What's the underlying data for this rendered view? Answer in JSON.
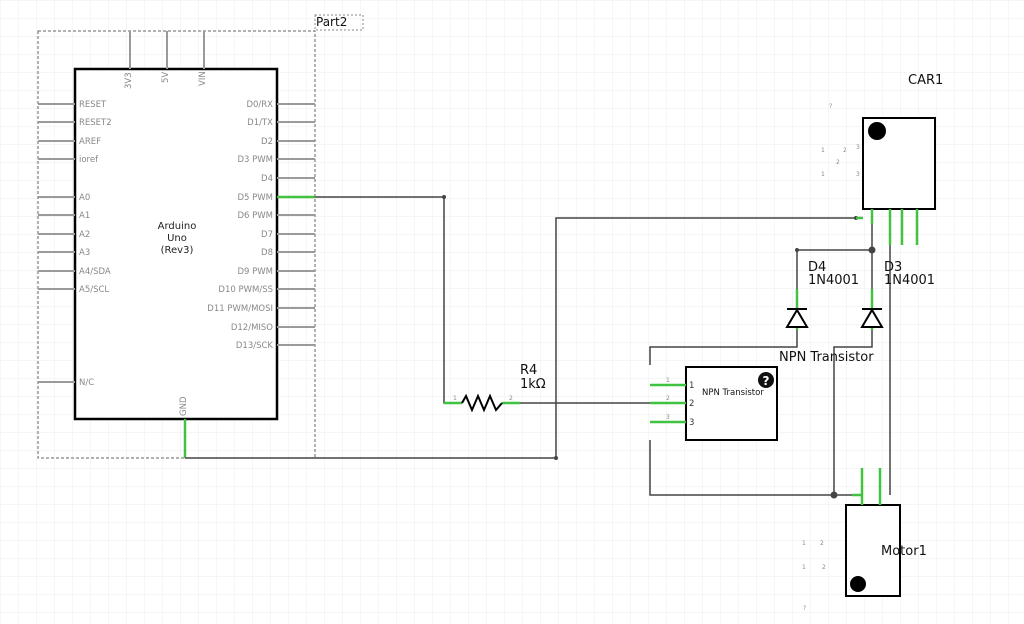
{
  "arduino": {
    "part_label": "Part2",
    "title_line1": "Arduino",
    "title_line2": "Uno",
    "title_line3": "(Rev3)",
    "top_pins": [
      "3V3",
      "5V",
      "VIN"
    ],
    "left_pins": [
      "RESET",
      "RESET2",
      "AREF",
      "ioref",
      "A0",
      "A1",
      "A2",
      "A3",
      "A4/SDA",
      "A5/SCL",
      "N/C"
    ],
    "right_pins": [
      "D0/RX",
      "D1/TX",
      "D2",
      "D3 PWM",
      "D4",
      "D5 PWM",
      "D6 PWM",
      "D7",
      "D8",
      "D9 PWM",
      "D10 PWM/SS",
      "D11 PWM/MOSI",
      "D12/MISO",
      "D13/SCK"
    ],
    "bottom_pin": "GND"
  },
  "resistor": {
    "name": "R4",
    "value": "1kΩ",
    "pin1": "1",
    "pin2": "2"
  },
  "transistor": {
    "name": "NPN Transistor",
    "body_label": "NPN Transistor",
    "help_glyph": "?",
    "pins": [
      "1",
      "2",
      "3"
    ]
  },
  "diode_d4": {
    "name": "D4",
    "part": "1N4001"
  },
  "diode_d3": {
    "name": "D3",
    "part": "1N4001"
  },
  "car": {
    "name": "CAR1",
    "pin_digits": [
      "1",
      "2",
      "1",
      "2",
      "3",
      "3"
    ],
    "mark": "?"
  },
  "motor": {
    "name": "Motor1",
    "pin_digits": [
      "1",
      "2",
      "1",
      "2"
    ],
    "mark": "?"
  },
  "colors": {
    "wire": "#444444",
    "connector": "#41c241",
    "pin_stub": "#9a9a9a",
    "grid": "#ececec",
    "outline": "#000000"
  }
}
